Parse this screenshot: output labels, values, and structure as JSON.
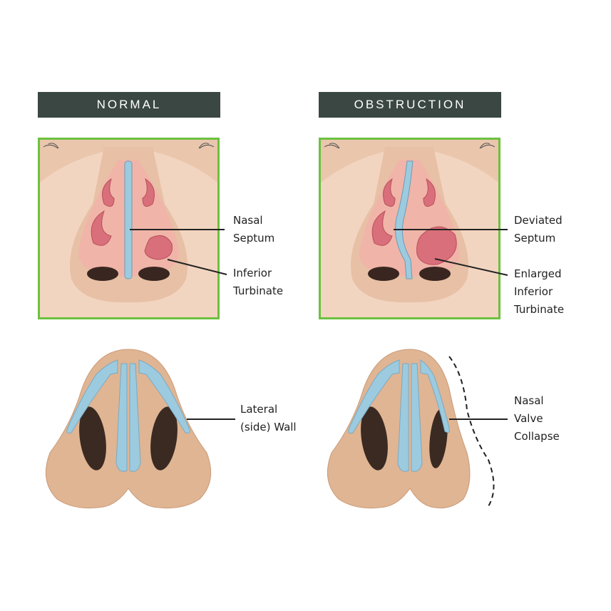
{
  "headers": {
    "normal": "NORMAL",
    "obstruction": "OBSTRUCTION"
  },
  "labels": {
    "nasal_septum": "Nasal\nSeptum",
    "inferior_turbinate": "Inferior\nTurbinate",
    "deviated_septum": "Deviated\nSeptum",
    "enlarged_inferior_turbinate": "Enlarged\nInferior\nTurbinate",
    "lateral_wall": "Lateral\n(side) Wall",
    "nasal_valve_collapse": "Nasal\nValve\nCollapse"
  },
  "colors": {
    "header_bg": "#3a4742",
    "panel_border": "#6cc13f",
    "skin": "#f1d3bd",
    "mucosa": "#d96f7a",
    "cartilage": "#9ccbe0"
  }
}
